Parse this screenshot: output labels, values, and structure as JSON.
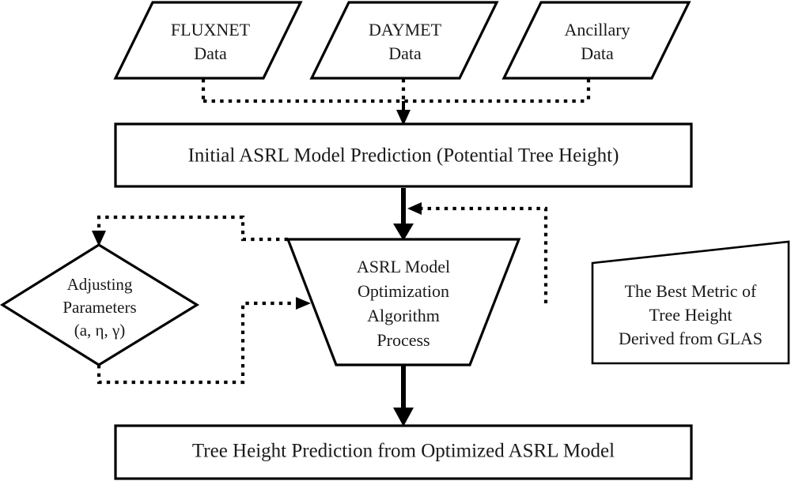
{
  "diagram": {
    "title": "ASRL Model Tree Height Optimization Flowchart",
    "background_color": "#ffffff",
    "line_color": "#000000",
    "text_color": "#1a1a1a",
    "nodes": {
      "fluxnet": {
        "shape": "parallelogram",
        "line1": "FLUXNET",
        "line2": "Data"
      },
      "daymet": {
        "shape": "parallelogram",
        "line1": "DAYMET",
        "line2": "Data"
      },
      "ancillary": {
        "shape": "parallelogram",
        "line1": "Ancillary",
        "line2": "Data"
      },
      "initial_prediction": {
        "shape": "rectangle",
        "label": "Initial ASRL Model Prediction (Potential Tree Height)"
      },
      "adjusting_parameters": {
        "shape": "diamond",
        "line1": "Adjusting",
        "line2": "Parameters",
        "line3": "(a, η, γ)"
      },
      "optimization": {
        "shape": "trapezoid",
        "line1": "ASRL Model",
        "line2": "Optimization",
        "line3": "Algorithm",
        "line4": "Process"
      },
      "glas_metric": {
        "shape": "slanted-quadrilateral",
        "line1": "The Best Metric of",
        "line2": "Tree Height",
        "line3": "Derived from GLAS"
      },
      "final_prediction": {
        "shape": "rectangle",
        "label": "Tree Height Prediction from Optimized ASRL Model"
      }
    },
    "connectors": [
      {
        "name": "fluxnet-to-bus",
        "style": "dotted",
        "arrow": false
      },
      {
        "name": "daymet-to-bus",
        "style": "dotted",
        "arrow": false
      },
      {
        "name": "ancillary-to-bus",
        "style": "dotted",
        "arrow": false
      },
      {
        "name": "bus-to-initial-prediction",
        "style": "solid",
        "arrow": true
      },
      {
        "name": "initial-prediction-to-optimization",
        "style": "solid",
        "arrow": true
      },
      {
        "name": "glas-to-main-flow",
        "style": "dotted",
        "arrow": true
      },
      {
        "name": "optimization-to-adjusting-parameters",
        "style": "dotted",
        "arrow": true
      },
      {
        "name": "adjusting-parameters-to-optimization",
        "style": "dotted",
        "arrow": true
      },
      {
        "name": "optimization-to-final-prediction",
        "style": "solid",
        "arrow": true
      }
    ]
  }
}
